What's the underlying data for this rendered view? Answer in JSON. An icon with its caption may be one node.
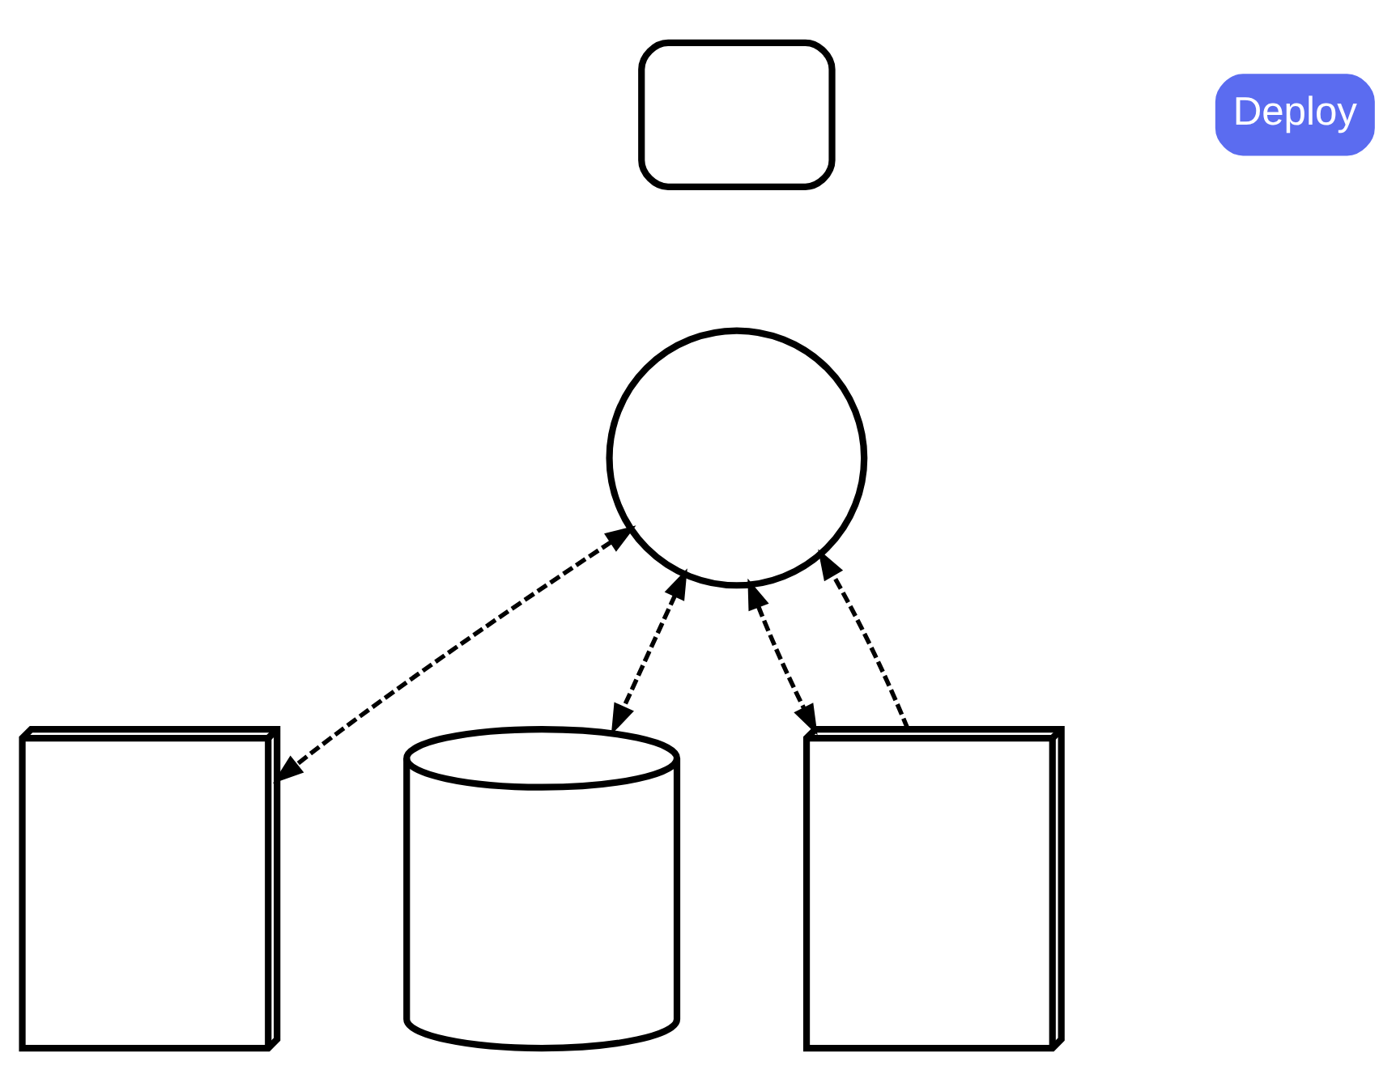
{
  "diagram": {
    "nodes": [
      {
        "text": [],
        "shape": "monitor"
      },
      {
        "text": [],
        "shape": "circle"
      },
      {
        "text": [],
        "shape": "server"
      },
      {
        "text": [],
        "shape": "cylinder"
      },
      {
        "text": [],
        "shape": "server"
      }
    ],
    "edges": [
      {
        "from": 1,
        "to": 2,
        "arrow": "both",
        "style": "dashed"
      },
      {
        "from": 1,
        "to": 3,
        "arrow": "both",
        "style": "dashed"
      },
      {
        "from": 1,
        "to": 4,
        "arrow": "both",
        "style": "dashed"
      },
      {
        "from": 4,
        "to": 1,
        "arrow": "to",
        "style": "dashed"
      }
    ],
    "labels": [
      "Deploy"
    ]
  }
}
